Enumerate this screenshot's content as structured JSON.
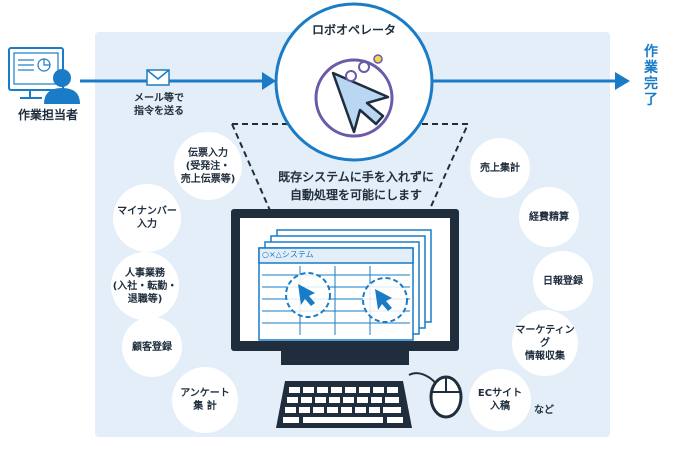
{
  "colors": {
    "panel": "#e3eef8",
    "accent": "#1a7bc6",
    "light_blue": "#b9d6f2",
    "dark_navy": "#1f2d3d",
    "white": "#ffffff",
    "yellow": "#f5d64a",
    "purple": "#6a5aa8"
  },
  "icons": {
    "operator": "person-with-computer-icon",
    "mail": "envelope-icon",
    "robot": "cursor-robot-icon",
    "computer": "desktop-computer-icon",
    "cursor": "arrow-cursor-icon"
  },
  "operator_label": "作業担当者",
  "mail_label": "メール等で\n指令を送る",
  "robot_label": "ロボオペレータ",
  "done_label": "作業完了",
  "center_caption": "既存システムに手を入れずに\n自動処理を可能にします",
  "system_window_title": "○×△システム",
  "left_tasks": [
    "伝票入力\n(受発注・\n売上伝票等)",
    "マイナンバー\n入力",
    "人事業務\n(入社・転勤・\n退職等)",
    "顧客登録",
    "アンケート\n集 計"
  ],
  "right_tasks": [
    "売上集計",
    "経費精算",
    "日報登録",
    "マーケティング\n情報収集",
    "ECサイト\n入稿"
  ],
  "etc_label": "など"
}
